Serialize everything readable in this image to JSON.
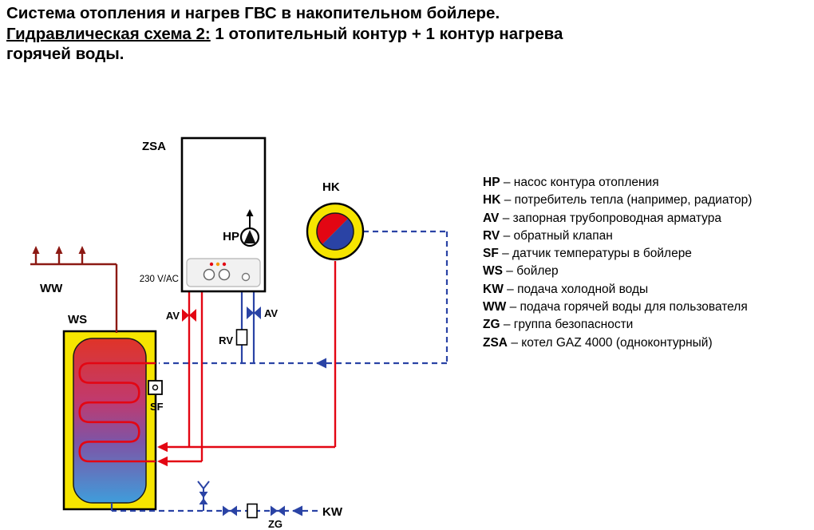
{
  "title": {
    "line1": "Система отопления и нагрев ГВС в накопительном бойлере.",
    "line2_underlined": "Гидравлическая схема 2:",
    "line2_rest": " 1 отопительный контур + 1 контур нагрева",
    "line3": "горячей воды."
  },
  "legend": {
    "items": [
      {
        "term": "HP",
        "desc": "– насос контура отопления"
      },
      {
        "term": "HK",
        "desc": "– потребитель тепла (например, радиатор)"
      },
      {
        "term": "AV",
        "desc": "– запорная трубопроводная арматура"
      },
      {
        "term": "RV",
        "desc": "– обратный клапан"
      },
      {
        "term": "SF",
        "desc": "– датчик температуры в бойлере"
      },
      {
        "term": "WS",
        "desc": "– бойлер"
      },
      {
        "term": "KW",
        "desc": "– подача холодной воды"
      },
      {
        "term": "WW",
        "desc": "– подача горячей воды для пользователя"
      },
      {
        "term": "ZG",
        "desc": "– группа безопасности"
      },
      {
        "term": "ZSA",
        "desc": "– котел GAZ 4000 (одноконтурный)"
      }
    ]
  },
  "diagram": {
    "labels": {
      "zsa": "ZSA",
      "hp": "HP",
      "hk": "HK",
      "ws": "WS",
      "ww": "WW",
      "sf": "SF",
      "kw": "KW",
      "zg": "ZG",
      "av_left": "AV",
      "av_right": "AV",
      "rv": "RV",
      "voltage": "230 V/AC"
    },
    "colors": {
      "pipe_red": "#e30613",
      "pipe_blue": "#2a43a5",
      "ww_dark_red": "#8c1913",
      "tank_yellow": "#f6e500",
      "radiator_yellow": "#f6e500"
    }
  }
}
